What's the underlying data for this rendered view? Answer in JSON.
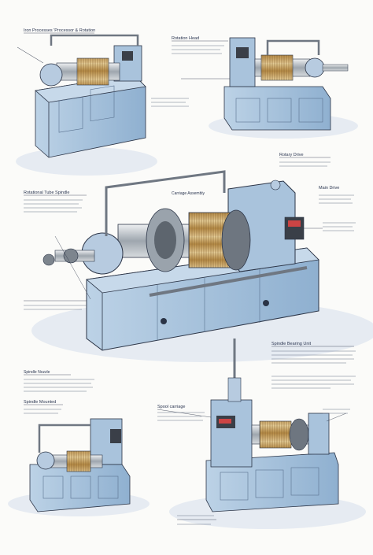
{
  "sheet": {
    "title": "Illustrated technical sheet of a horizontal winding / lathe machine from several views",
    "callouts": [
      {
        "id": "top-left-header",
        "text": "Iron Processes 'Processor & Rotation"
      },
      {
        "id": "top-right-header",
        "text": "Rotation Head"
      },
      {
        "id": "center-left-header",
        "text": "Rotational Tube Spindle"
      },
      {
        "id": "center-right-header",
        "text": "Rotary Drive"
      },
      {
        "id": "center-right-sub",
        "text": "Main Drive"
      },
      {
        "id": "bottom-left-header",
        "text": "Spindle Mounted"
      },
      {
        "id": "bottom-middle-header",
        "text": "Spool carriage"
      },
      {
        "id": "bottom-right-header",
        "text": "Spindle Bearing Unit"
      },
      {
        "id": "bottom-left-lower",
        "text": "Spindle Nozzle"
      },
      {
        "id": "mid-left-lower",
        "text": "Carriage Assembly"
      }
    ]
  },
  "colors": {
    "machine_body": "#a9c3dc",
    "machine_shadow": "#7e9cbc",
    "metal": "#c9ccd0",
    "copper_coil": "#c9a66b",
    "outline": "#2b3446",
    "floor_shadow": "#dfe5ee"
  }
}
